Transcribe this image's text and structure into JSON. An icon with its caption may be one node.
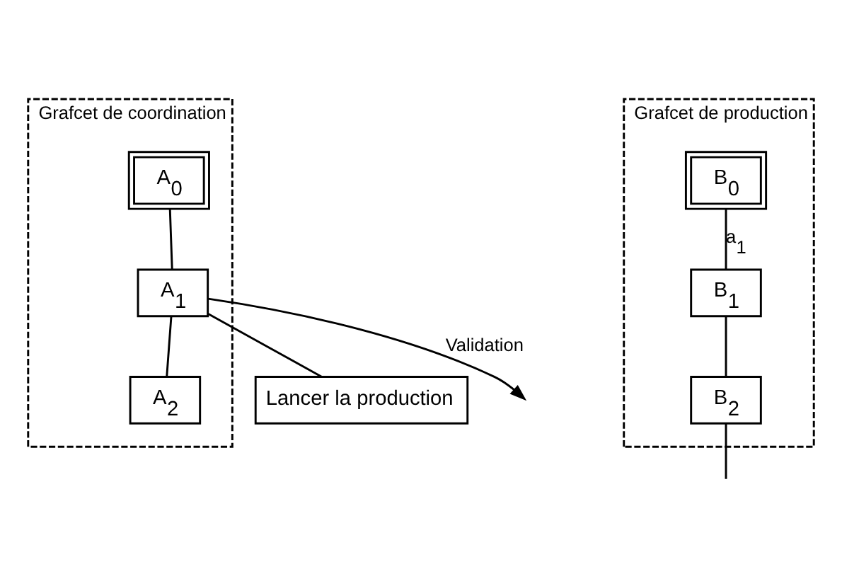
{
  "diagram": {
    "nodes": [
      {
        "text": [
          "Grafcet de coordination"
        ]
      },
      {
        "text": [
          "A$_{0}$"
        ],
        "in": 0
      },
      {
        "text": [
          "A$_{1}$"
        ],
        "in": 0
      },
      {
        "text": [
          "A$_{2}$"
        ],
        "in": 0
      },
      {
        "text": [
          "Lancer la production"
        ]
      },
      {
        "text": [
          "Grafcet de production"
        ]
      },
      {
        "text": [
          "B$_{0}$"
        ],
        "in": 5
      },
      {
        "text": [
          "B$_{1}$"
        ],
        "in": 5
      },
      {
        "text": [
          "B$_{2}$"
        ],
        "in": 5
      }
    ],
    "edges": [
      {
        "from": 1,
        "to": 2,
        "arrow": "none"
      },
      {
        "from": 2,
        "to": 3,
        "arrow": "none"
      },
      {
        "from": 2,
        "to": 4,
        "arrow": "none"
      },
      {
        "from": 2,
        "to": null,
        "arrow": "to",
        "label": "Validation"
      },
      {
        "from": 6,
        "to": 7,
        "arrow": "none",
        "label": "a$_{1}$"
      },
      {
        "from": 7,
        "to": 8,
        "arrow": "none"
      },
      {
        "from": 8,
        "to": null,
        "arrow": "none"
      }
    ]
  }
}
